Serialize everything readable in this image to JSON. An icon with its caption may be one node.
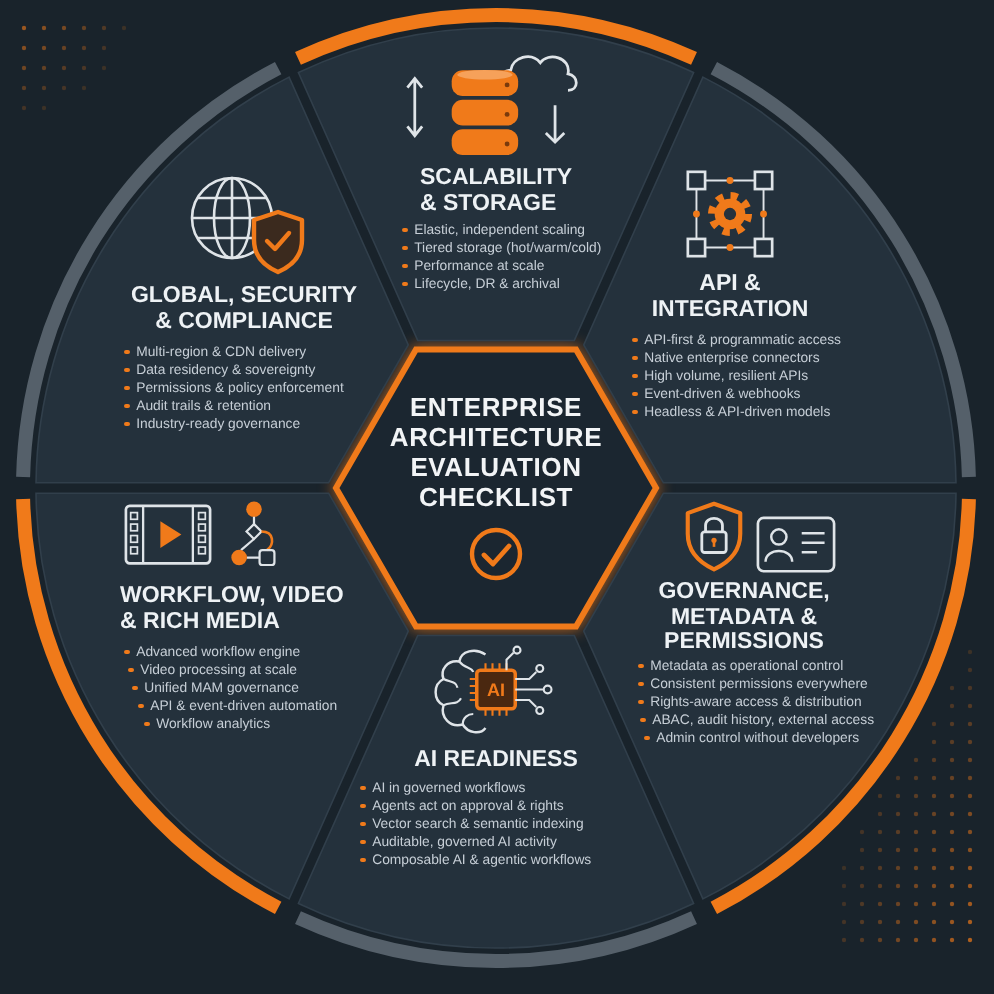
{
  "diagram": {
    "nodes": [
      {
        "text": [
          "ENTERPRISE ARCHITECTURE EVALUATION CHECKLIST"
        ]
      },
      {
        "text": [
          "SCALABILITY & STORAGE",
          "Elastic, independent scaling",
          "Tiered storage (hot/warm/cold)",
          "Performance at scale",
          "Lifecycle, DR & archival"
        ]
      },
      {
        "text": [
          "API & INTEGRATION",
          "API-first & programmatic access",
          "Native enterprise connectors",
          "High volume, resilient APIs",
          "Event-driven & webhooks",
          "Headless & API-driven models"
        ]
      },
      {
        "text": [
          "GOVERNANCE, METADATA & PERMISSIONS",
          "Metadata as operational control",
          "Consistent permissions everywhere",
          "Rights-aware access & distribution",
          "ABAC, audit history, external access",
          "Admin control without developers"
        ]
      },
      {
        "text": [
          "AI READINESS",
          "AI in governed workflows",
          "Agents act on approval & rights",
          "Vector search & semantic indexing",
          "Auditable, governed AI activity",
          "Composable AI & agentic workflows"
        ]
      },
      {
        "text": [
          "WORKFLOW, VIDEO & RICH MEDIA",
          "Advanced workflow engine",
          "Video processing at scale",
          "Unified MAM governance",
          "API & event-driven automation",
          "Workflow analytics"
        ]
      },
      {
        "text": [
          "GLOBAL, SECURITY & COMPLIANCE",
          "Multi-region & CDN delivery",
          "Data residency & sovereignty",
          "Permissions & policy enforcement",
          "Audit trails & retention",
          "Industry-ready governance"
        ]
      }
    ],
    "labels": [
      "AI"
    ]
  }
}
